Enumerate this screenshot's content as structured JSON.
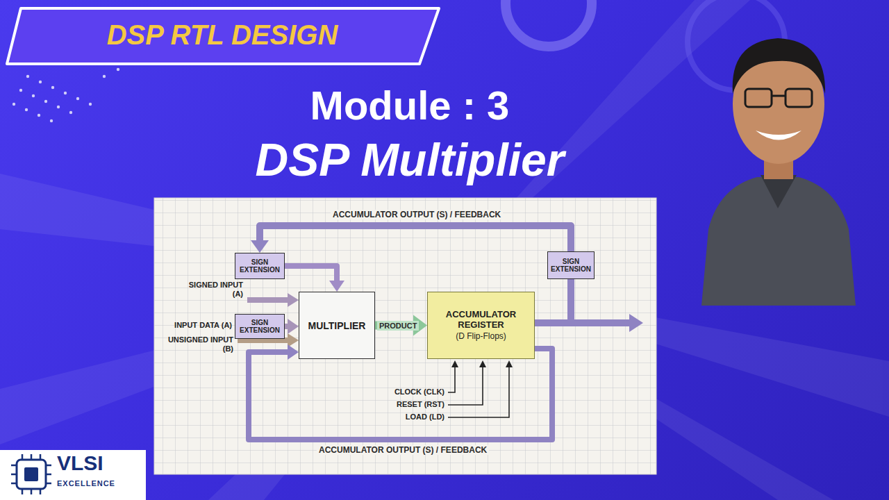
{
  "diagram": {
    "title": "DSP RTL DESIGN",
    "nodes": [
      {
        "text": [
          "SIGN EXTENSION"
        ]
      },
      {
        "text": [
          "SIGN EXTENSION"
        ]
      },
      {
        "text": [
          "MULTIPLIER"
        ]
      },
      {
        "text": [
          "ACCUMULATOR REGISTER",
          "(D Flip-Flops)"
        ]
      },
      {
        "text": [
          "SIGN EXTENSION"
        ]
      }
    ],
    "edges": [
      {
        "from": 3,
        "to": 4,
        "arrow": "none"
      },
      {
        "from": 4,
        "to": 0,
        "label": "ACCUMULATOR OUTPUT (S) / FEEDBACK",
        "arrow": "to"
      },
      {
        "from": 0,
        "to": 2,
        "arrow": "to"
      },
      {
        "from": 1,
        "to": 2,
        "arrow": "to"
      },
      {
        "from": 2,
        "to": 3,
        "label": "PRODUCT",
        "arrow": "to"
      },
      {
        "from": 3,
        "to": 2,
        "label": "ACCUMULATOR OUTPUT (S) / FEEDBACK",
        "arrow": "to"
      }
    ],
    "labels": [
      "Module : 3",
      "DSP Multiplier",
      "SIGNED INPUT (A)",
      "INPUT DATA (A)",
      "UNSIGNED INPUT (B)",
      "CLOCK (CLK)",
      "RESET (RST)",
      "LOAD (LD)",
      "VLSI",
      "EXCELLENCE"
    ]
  }
}
